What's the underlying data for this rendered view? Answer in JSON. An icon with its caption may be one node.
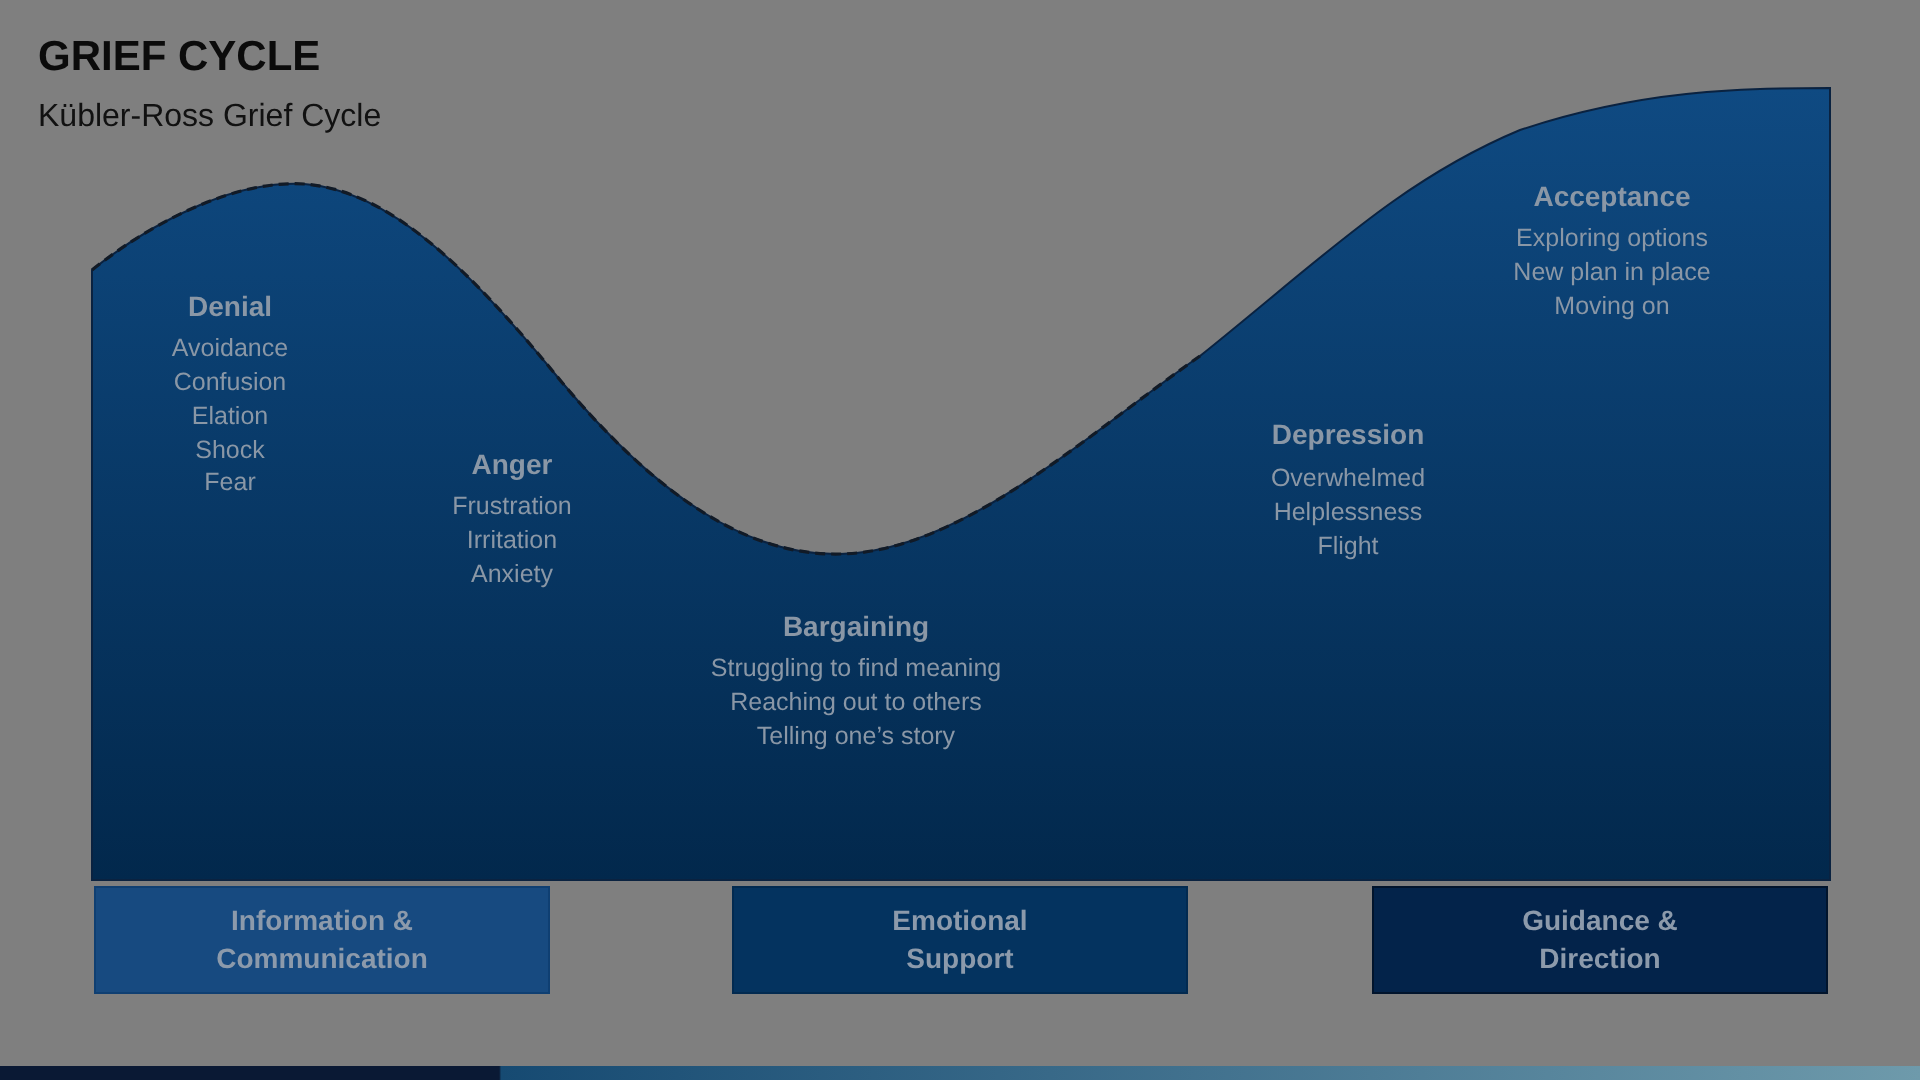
{
  "diagram": {
    "title": "GRIEF CYCLE",
    "nodes": [
      {
        "text": [
          "Information & Communication"
        ]
      },
      {
        "text": [
          "Emotional Support"
        ]
      },
      {
        "text": [
          "Guidance & Direction"
        ]
      }
    ],
    "labels": [
      "Kübler-Ross Grief Cycle",
      "Denial",
      "Avoidance",
      "Confusion",
      "Elation",
      "Shock",
      "Fear",
      "Anger",
      "Frustration",
      "Irritation",
      "Anxiety",
      "Bargaining",
      "Struggling to find meaning",
      "Reaching out to others",
      "Telling one’s story",
      "Depression",
      "Overwhelmed",
      "Helplessness",
      "Flight",
      "Acceptance",
      "Exploring options",
      "New plan in place",
      "Moving on"
    ]
  }
}
